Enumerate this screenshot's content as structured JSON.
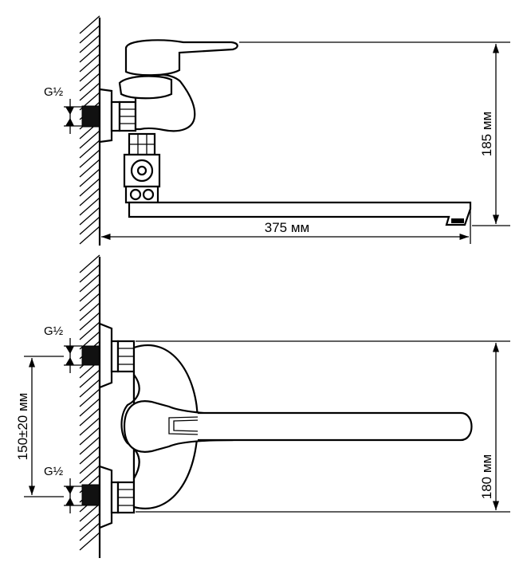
{
  "side_view": {
    "thread_label": "G½",
    "height_dim": "185 мм",
    "length_dim": "375 мм"
  },
  "top_view": {
    "thread_label_upper": "G½",
    "thread_label_lower": "G½",
    "spacing_dim": "150±20 мм",
    "depth_dim": "180 мм"
  },
  "colors": {
    "line": "#000000",
    "background": "#ffffff",
    "seal": "#111111"
  }
}
